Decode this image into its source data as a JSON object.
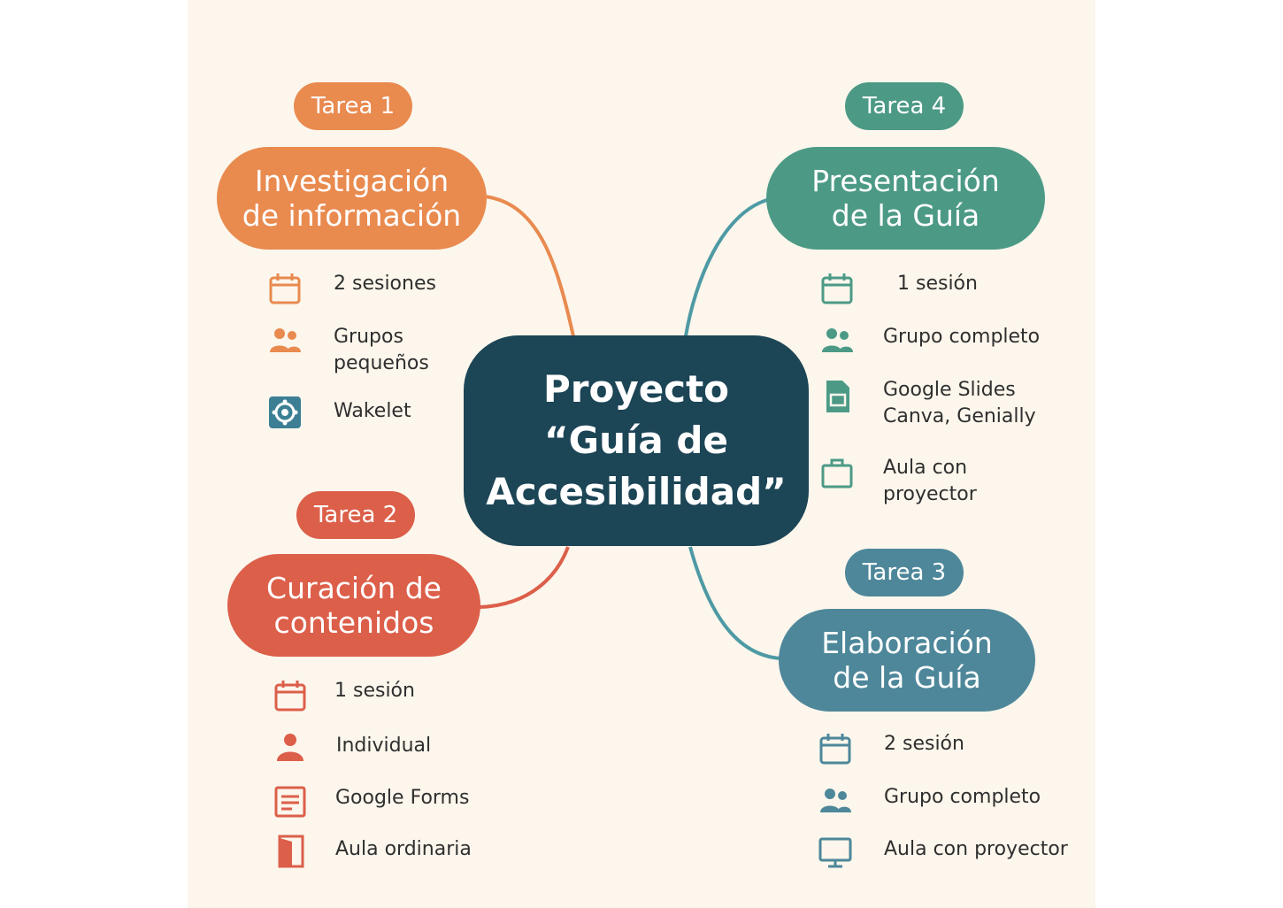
{
  "center": {
    "line1": "Proyecto",
    "line2": "“Guía de",
    "line3": "Accesibilidad”"
  },
  "colors": {
    "orange": "#e98a4f",
    "red": "#dc5f4a",
    "teal": "#4c9a86",
    "blue": "#4e879a",
    "center": "#1c4556"
  },
  "task1": {
    "tag": "Tarea 1",
    "title_line1": "Investigación",
    "title_line2": "de información",
    "items": [
      {
        "icon": "calendar-icon",
        "line1": "2 sesiones"
      },
      {
        "icon": "group-icon",
        "line1": "Grupos",
        "line2": "pequeños"
      },
      {
        "icon": "wakelet-icon",
        "line1": "Wakelet"
      }
    ]
  },
  "task2": {
    "tag": "Tarea 2",
    "title_line1": "Curación de",
    "title_line2": "contenidos",
    "items": [
      {
        "icon": "calendar-icon",
        "line1": "1 sesión"
      },
      {
        "icon": "person-icon",
        "line1": "Individual"
      },
      {
        "icon": "form-icon",
        "line1": "Google Forms"
      },
      {
        "icon": "door-icon",
        "line1": "Aula ordinaria"
      }
    ]
  },
  "task4": {
    "tag": "Tarea 4",
    "title_line1": "Presentación",
    "title_line2": "de la Guía",
    "items": [
      {
        "icon": "calendar-icon",
        "line1": "1 sesión"
      },
      {
        "icon": "group-icon",
        "line1": "Grupo completo"
      },
      {
        "icon": "slides-icon",
        "line1": "Google Slides",
        "line2": "Canva, Genially"
      },
      {
        "icon": "briefcase-icon",
        "line1": "Aula con",
        "line2": "proyector"
      }
    ]
  },
  "task3": {
    "tag": "Tarea 3",
    "title_line1": "Elaboración",
    "title_line2": "de la Guía",
    "items": [
      {
        "icon": "calendar-icon",
        "line1": "2 sesión"
      },
      {
        "icon": "group-icon",
        "line1": "Grupo completo"
      },
      {
        "icon": "monitor-icon",
        "line1": "Aula con proyector"
      }
    ]
  }
}
